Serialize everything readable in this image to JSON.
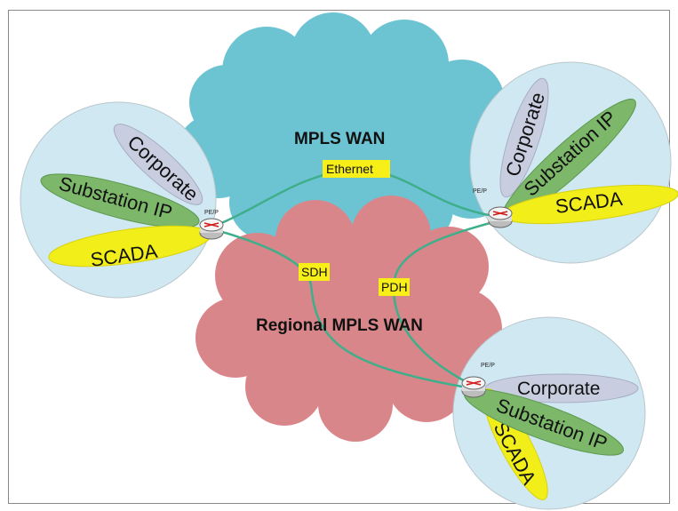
{
  "clouds": {
    "mpls": {
      "label": "MPLS WAN",
      "color": "#6cc4d3"
    },
    "regional": {
      "label": "Regional MPLS WAN",
      "color": "#d9868a"
    }
  },
  "links": {
    "ethernet": "Ethernet",
    "sdh": "SDH",
    "pdh": "PDH"
  },
  "sites": {
    "left": {
      "router": "PE/P",
      "corporate": "Corporate",
      "substation": "Substation IP",
      "scada": "SCADA"
    },
    "right": {
      "router": "PE/P",
      "corporate": "Corporate",
      "substation": "Substation IP",
      "scada": "SCADA"
    },
    "bottom": {
      "router": "PE/P",
      "corporate": "Corporate",
      "substation": "Substation IP",
      "scada": "SCADA"
    }
  },
  "colors": {
    "site_fill": "#cfe8f1",
    "corporate": "#c8cde0",
    "substation": "#7cb76a",
    "scada": "#f2ee1a",
    "link": "#3fae8a",
    "label_bg": "#f7ef17"
  }
}
